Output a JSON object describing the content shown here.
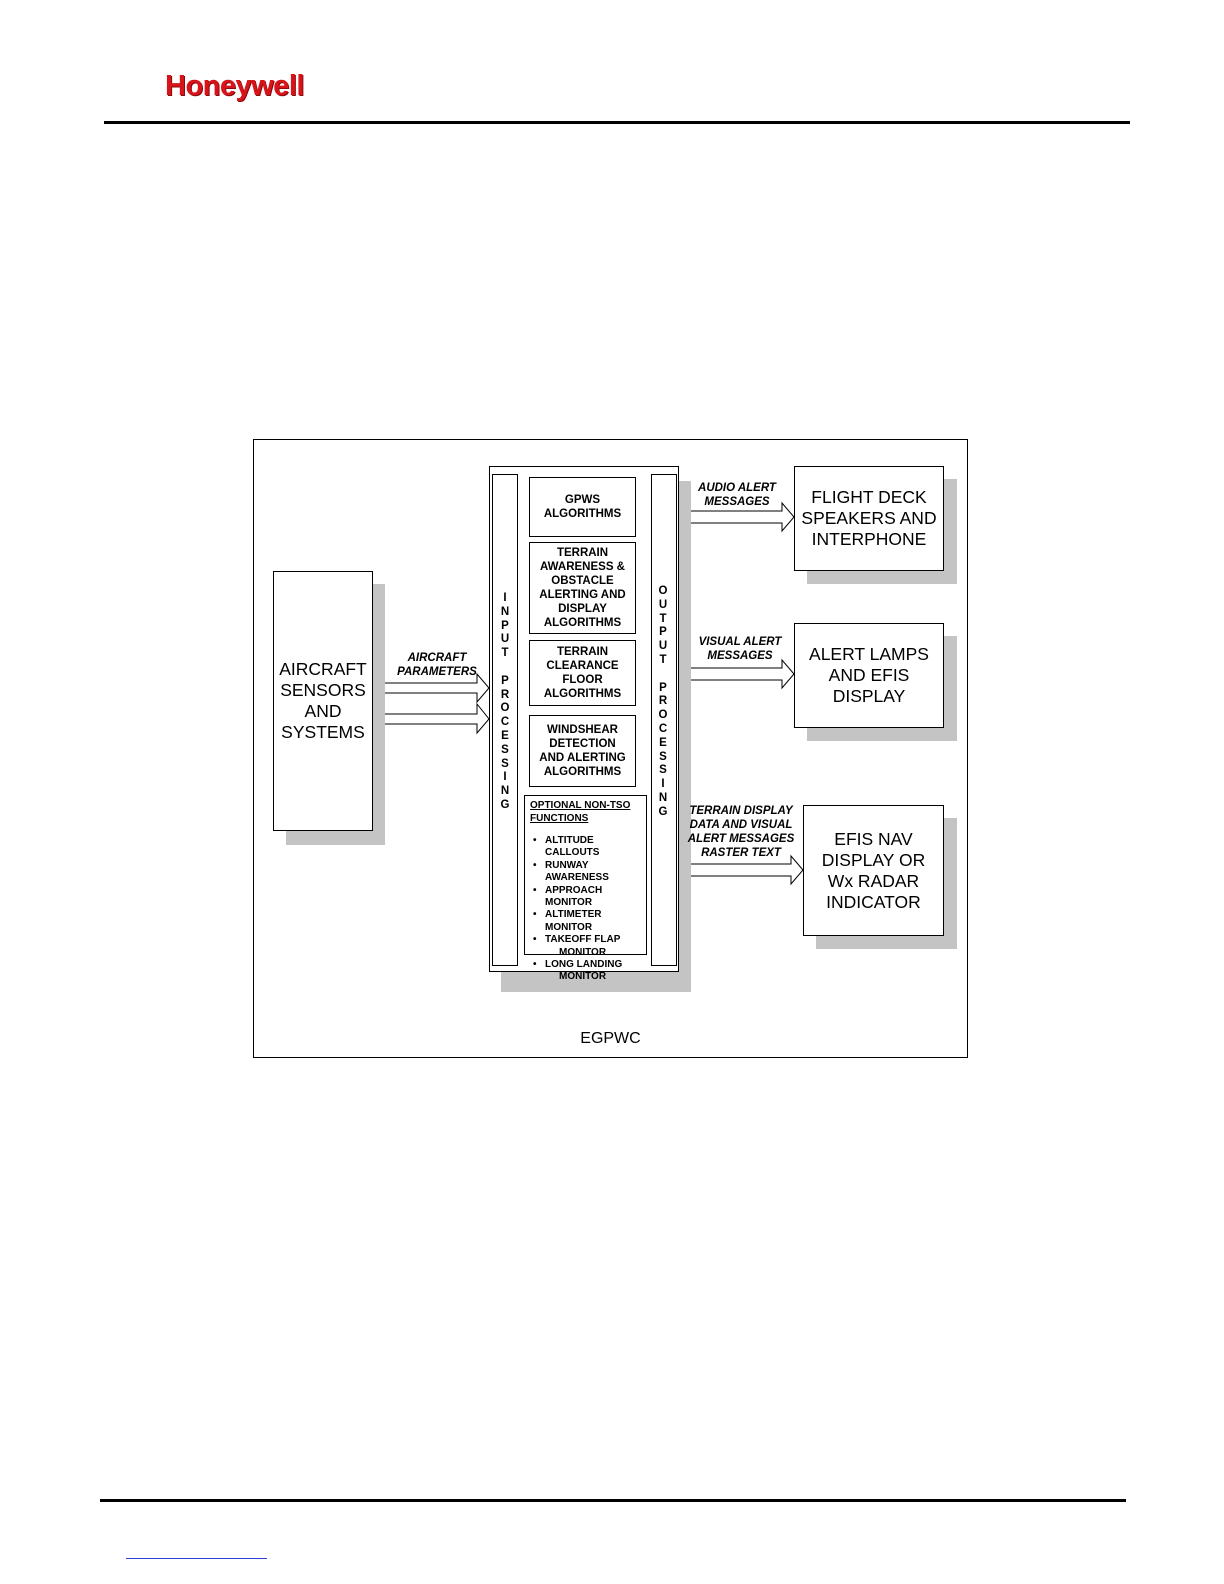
{
  "header": {
    "logo_text": "Honeywell",
    "logo_color": "#d8141a"
  },
  "diagram": {
    "frame_label": "EGPWC",
    "sensors_box": {
      "lines": [
        "AIRCRAFT",
        "SENSORS",
        "AND",
        "SYSTEMS"
      ]
    },
    "input_arrow_label": {
      "lines": [
        "AIRCRAFT",
        "PARAMETERS"
      ]
    },
    "input_processing": "I\nN\nP\nU\nT\n\nP\nR\nO\nC\nE\nS\nS\nI\nN\nG",
    "output_processing": "O\nU\nT\nP\nU\nT\n\nP\nR\nO\nC\nE\nS\nS\nI\nN\nG",
    "algorithms": [
      {
        "lines": [
          "GPWS",
          "ALGORITHMS"
        ]
      },
      {
        "lines": [
          "TERRAIN",
          "AWARENESS &",
          "OBSTACLE",
          "ALERTING AND",
          "DISPLAY",
          "ALGORITHMS"
        ]
      },
      {
        "lines": [
          "TERRAIN",
          "CLEARANCE",
          "FLOOR",
          "ALGORITHMS"
        ]
      },
      {
        "lines": [
          "WINDSHEAR",
          "DETECTION",
          "AND ALERTING",
          "ALGORITHMS"
        ]
      }
    ],
    "optional": {
      "title_lines": [
        "OPTIONAL NON-TSO",
        "FUNCTIONS"
      ],
      "items": [
        {
          "line1": "ALTITUDE CALLOUTS",
          "line2": ""
        },
        {
          "line1": "RUNWAY",
          "line2": "AWARENESS"
        },
        {
          "line1": "APPROACH MONITOR",
          "line2": ""
        },
        {
          "line1": "ALTIMETER MONITOR",
          "line2": ""
        },
        {
          "line1": "TAKEOFF FLAP",
          "line2": "MONITOR"
        },
        {
          "line1": "LONG LANDING",
          "line2": "MONITOR"
        }
      ]
    },
    "outputs": [
      {
        "label_lines": [
          "AUDIO  ALERT",
          "MESSAGES"
        ],
        "box_lines": [
          "FLIGHT DECK",
          "SPEAKERS AND",
          "INTERPHONE"
        ]
      },
      {
        "label_lines": [
          "VISUAL  ALERT",
          "MESSAGES"
        ],
        "box_lines": [
          "ALERT LAMPS",
          "AND EFIS",
          "DISPLAY"
        ]
      },
      {
        "label_lines": [
          "TERRAIN DISPLAY",
          "DATA AND VISUAL",
          "ALERT MESSAGES",
          "RASTER TEXT"
        ],
        "box_lines": [
          "EFIS NAV",
          "DISPLAY OR",
          "Wx RADAR",
          "INDICATOR"
        ]
      }
    ]
  }
}
